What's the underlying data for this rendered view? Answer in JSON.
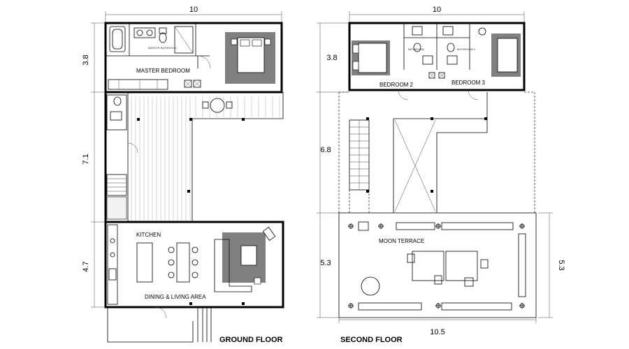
{
  "ground_floor": {
    "title": "GROUND  FLOOR",
    "dim_width": "10",
    "dim_heights": [
      "3.8",
      "7.1",
      "4.7"
    ],
    "rooms": {
      "master_bedroom": "MASTER BEDROOM",
      "master_bathroom": "MASTER BATHROOM",
      "kitchen": "KITCHEN",
      "dining_living": "DINING & LIVING AREA"
    }
  },
  "second_floor": {
    "title": "SECOND  FLOOR",
    "dim_width": "10",
    "dim_width_terrace": "10.5",
    "dim_heights": [
      "3.8",
      "6.8",
      "5.3"
    ],
    "dim_right": "5.3",
    "rooms": {
      "bedroom2": "BEDROOM 2",
      "bedroom3": "BEDROOM 3",
      "moon_terrace": "MOON  TERRACE",
      "bath_small_1": "BATHROOM",
      "bath_small_2": "BATHROOM 2"
    }
  }
}
